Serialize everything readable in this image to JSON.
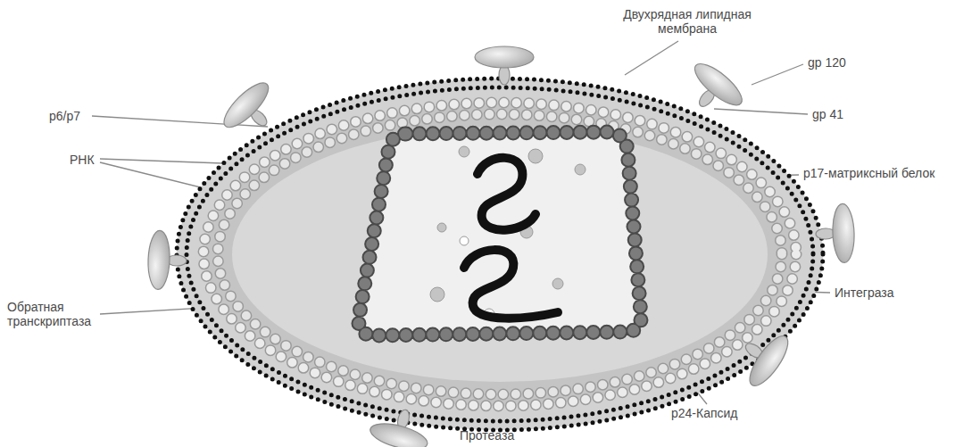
{
  "diagram": {
    "labels": [
      "Двухрядная липидная мембрана",
      "gp 120",
      "gp 41",
      "p6/p7",
      "РНК",
      "p17-матриксный белок",
      "Обратная транскриптаза",
      "Интеграза",
      "p24-Капсид",
      "Протеаза"
    ]
  }
}
